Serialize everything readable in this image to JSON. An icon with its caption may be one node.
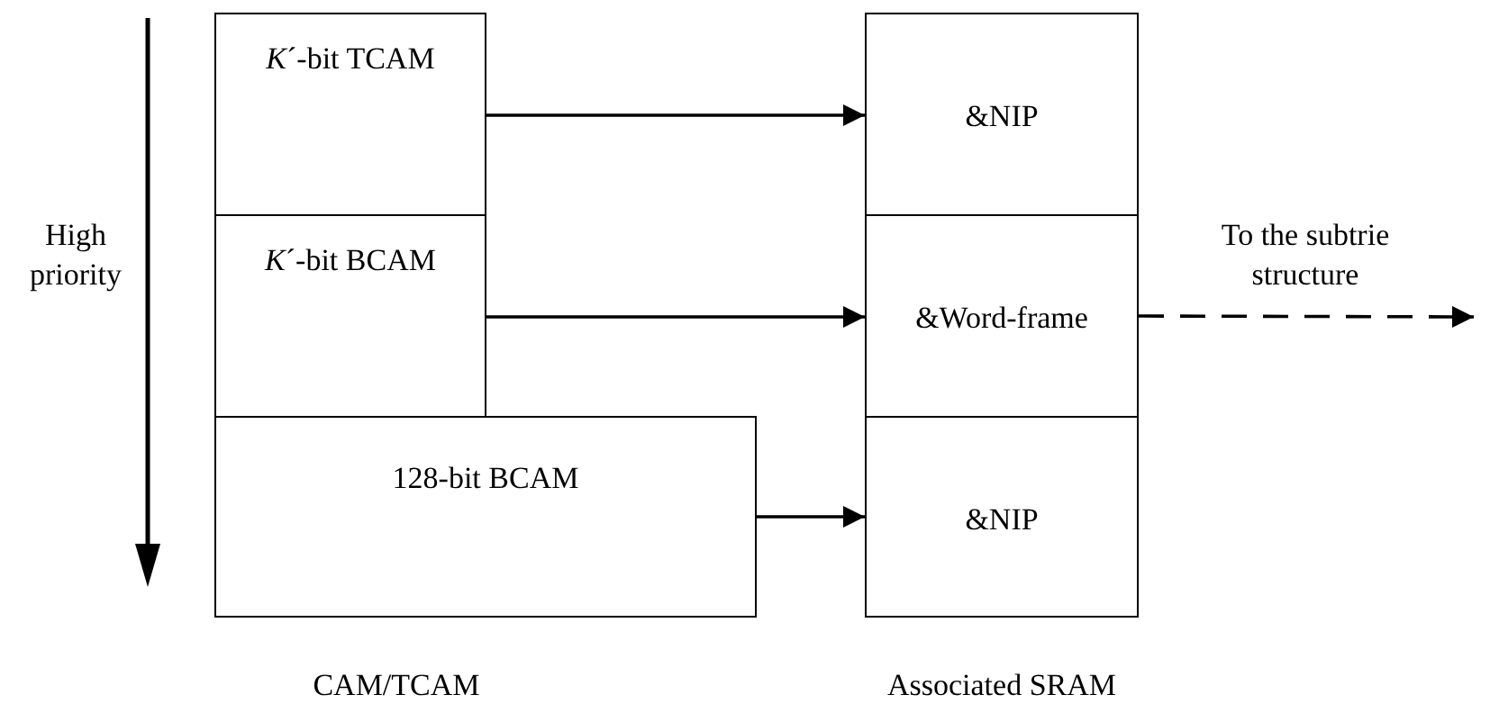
{
  "diagram": {
    "nodes": [
      {
        "text": [
          "*K*´-bit TCAM"
        ]
      },
      {
        "text": [
          "*K*´-bit BCAM"
        ]
      },
      {
        "text": [
          "128-bit BCAM"
        ]
      },
      {
        "text": [
          "&NIP"
        ]
      },
      {
        "text": [
          "&Word-frame"
        ]
      },
      {
        "text": [
          "&NIP"
        ]
      }
    ],
    "edges": [
      {
        "from": 0,
        "to": 3,
        "arrow": "to"
      },
      {
        "from": 1,
        "to": 4,
        "arrow": "to"
      },
      {
        "from": 2,
        "to": 5,
        "arrow": "to"
      },
      {
        "from": 4,
        "to": null,
        "arrow": "to",
        "style": "dashed",
        "label": "To the subtrie structure"
      }
    ],
    "labels": [
      "High priority",
      "CAM/TCAM",
      "Associated SRAM"
    ]
  }
}
